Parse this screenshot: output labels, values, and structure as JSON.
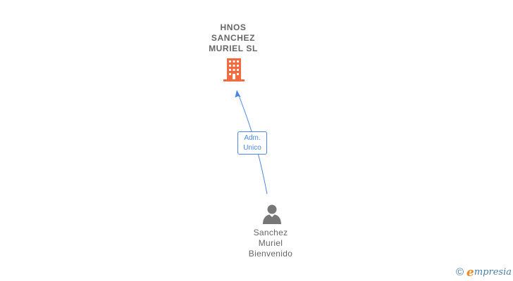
{
  "company": {
    "name": "HNOS\nSANCHEZ\nMURIEL SL",
    "icon": "building-icon",
    "icon_color": "#f26a3d"
  },
  "relationship": {
    "role": "Adm.\nUnico",
    "edge_color": "#4a86e8"
  },
  "person": {
    "name": "Sanchez\nMuriel\nBienvenido",
    "icon": "person-icon",
    "icon_color": "#777777"
  },
  "footer": {
    "copyright": "©",
    "brand_initial": "e",
    "brand_rest": "mpresia"
  }
}
